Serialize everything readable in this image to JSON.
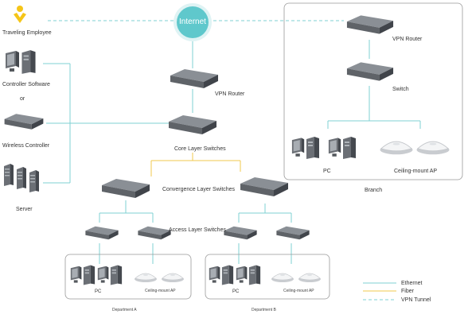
{
  "diagram": {
    "internet": "Internet",
    "labels": {
      "traveling_employee": "Traveling Employee",
      "controller_software": "Controller Software",
      "or": "or",
      "wireless_controller": "Wireless Controller",
      "server": "Server",
      "vpn_router_hq": "VPN Router",
      "core_switches": "Core Layer Switches",
      "convergence_switches": "Convergence Layer Switches",
      "access_switches": "Access Layer Switches",
      "vpn_router_branch": "VPN Router",
      "switch_branch": "Switch",
      "pc_branch": "PC",
      "ap_branch": "Ceiling-mount AP",
      "branch": "Branch",
      "pc_a": "PC",
      "ap_a": "Ceiling-mount AP",
      "department_a": "Department A",
      "pc_b": "PC",
      "ap_b": "Ceiling-mount AP",
      "department_b": "Department B"
    },
    "legend": [
      {
        "label": "Ethernet",
        "color": "#7fd1d3",
        "style": "solid"
      },
      {
        "label": "Fiber",
        "color": "#f2c94c",
        "style": "solid"
      },
      {
        "label": "VPN Tunnel",
        "color": "#7fd1d3",
        "style": "dashed"
      }
    ],
    "colors": {
      "ethernet": "#7fd1d3",
      "fiber": "#f2c94c",
      "internet_fill": "#5fc8cc",
      "device": "#55595e",
      "logo": "#f5c518"
    }
  }
}
